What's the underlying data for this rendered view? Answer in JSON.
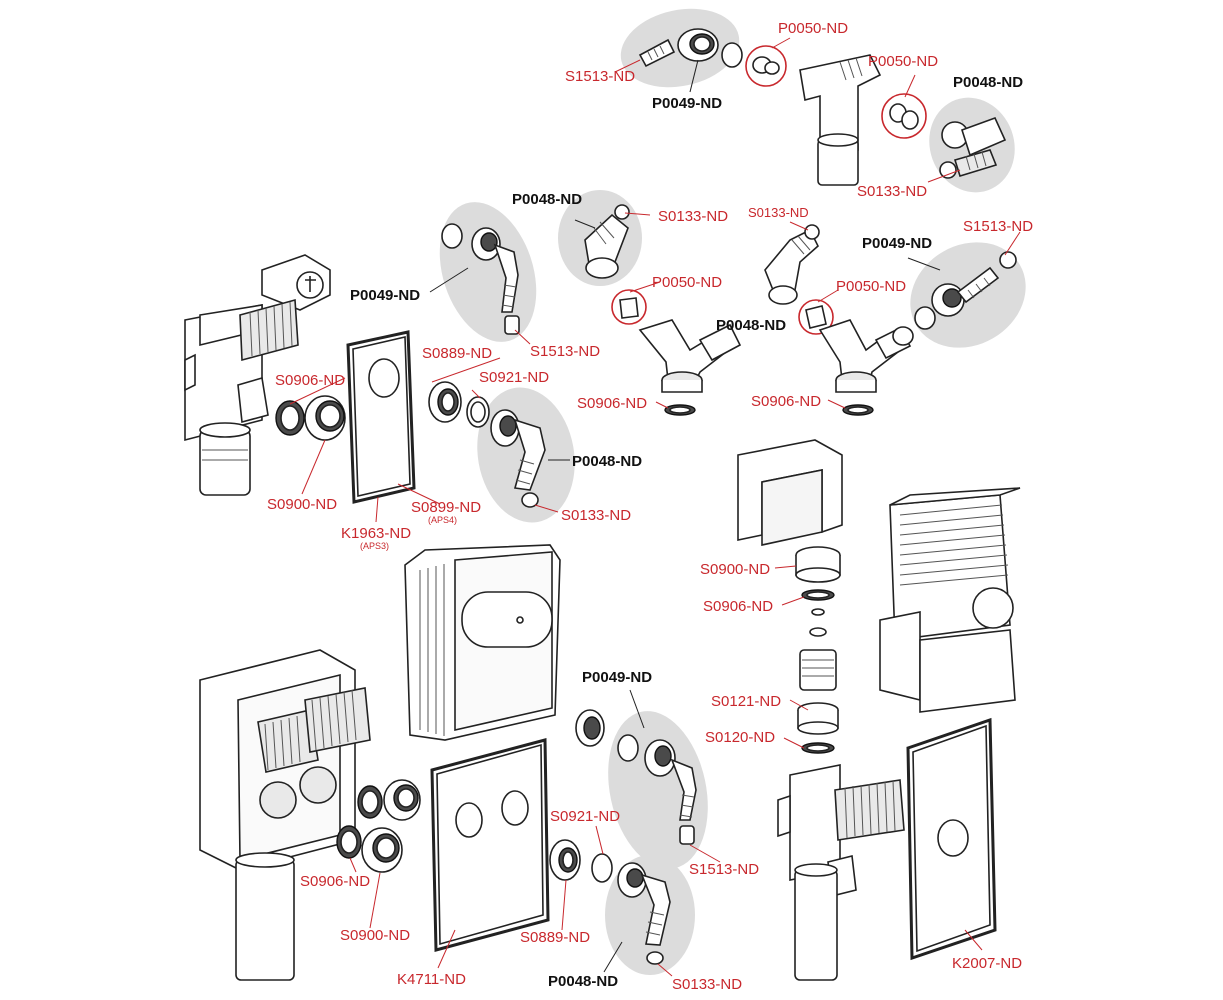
{
  "labels": {
    "s1513_a": "S1513-ND",
    "p0049_a": "P0049-ND",
    "p0050_a": "P0050-ND",
    "p0050_b": "P0050-ND",
    "p0048_a": "P0048-ND",
    "s0133_a": "S0133-ND",
    "p0048_b": "P0048-ND",
    "s0133_b": "S0133-ND",
    "s0133_c": "S0133-ND",
    "s1513_b": "S1513-ND",
    "p0049_b": "P0049-ND",
    "p0050_c": "P0050-ND",
    "p0050_d": "P0050-ND",
    "p0048_c": "P0048-ND",
    "p0049_c": "P0049-ND",
    "s1513_c": "S1513-ND",
    "s0889_a": "S0889-ND",
    "s0921_a": "S0921-ND",
    "s0906_a": "S0906-ND",
    "s0906_b": "S0906-ND",
    "s0906_c": "S0906-ND",
    "p0048_d": "P0048-ND",
    "s0900_a": "S0900-ND",
    "s0899": "S0899-ND",
    "aps4": "(APS4)",
    "s0133_d": "S0133-ND",
    "k1963": "K1963-ND",
    "aps3": "(APS3)",
    "s0900_b": "S0900-ND",
    "s0906_d": "S0906-ND",
    "s0121": "S0121-ND",
    "s0120": "S0120-ND",
    "p0049_d": "P0049-ND",
    "s0921_b": "S0921-ND",
    "s1513_d": "S1513-ND",
    "s0906_e": "S0906-ND",
    "s0900_c": "S0900-ND",
    "s0889_b": "S0889-ND",
    "k4711": "K4711-ND",
    "p0048_e": "P0048-ND",
    "s0133_e": "S0133-ND",
    "k2007": "K2007-ND"
  },
  "colors": {
    "label_red": "#c8282d",
    "label_bold": "#111111",
    "highlight_blob": "#dcdcdc"
  }
}
